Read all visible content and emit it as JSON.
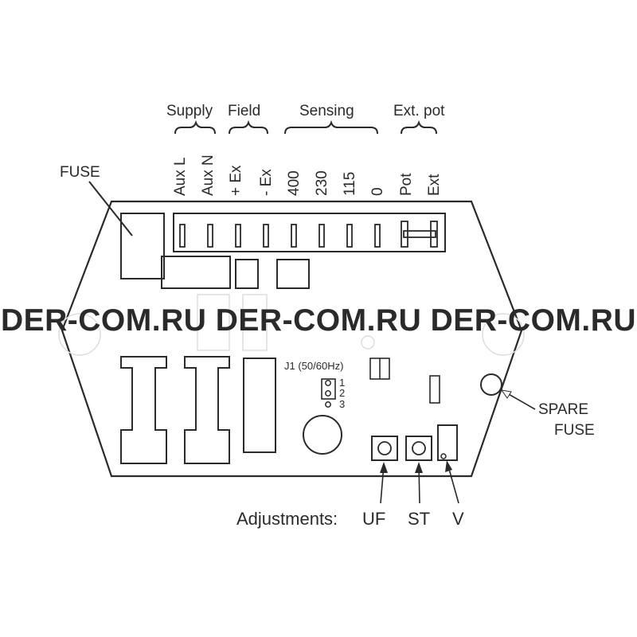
{
  "groups": {
    "supply": "Supply",
    "field": "Field",
    "sensing": "Sensing",
    "ext_pot": "Ext. pot"
  },
  "terminals": [
    "Aux L",
    "Aux N",
    "+ Ex",
    "- Ex",
    "400",
    "230",
    "115",
    "0",
    "Pot",
    "Ext"
  ],
  "fuse_label": "FUSE",
  "jumper": {
    "label": "J1 (50/60Hz)",
    "positions": [
      "1",
      "2",
      "3"
    ]
  },
  "spare_fuse": [
    "SPARE",
    "FUSE"
  ],
  "adjustments": {
    "label": "Adjustments:",
    "uf": "UF",
    "st": "ST",
    "v": "V"
  },
  "watermark": "DER-COM.RU DER-COM.RU DER-COM.RU"
}
